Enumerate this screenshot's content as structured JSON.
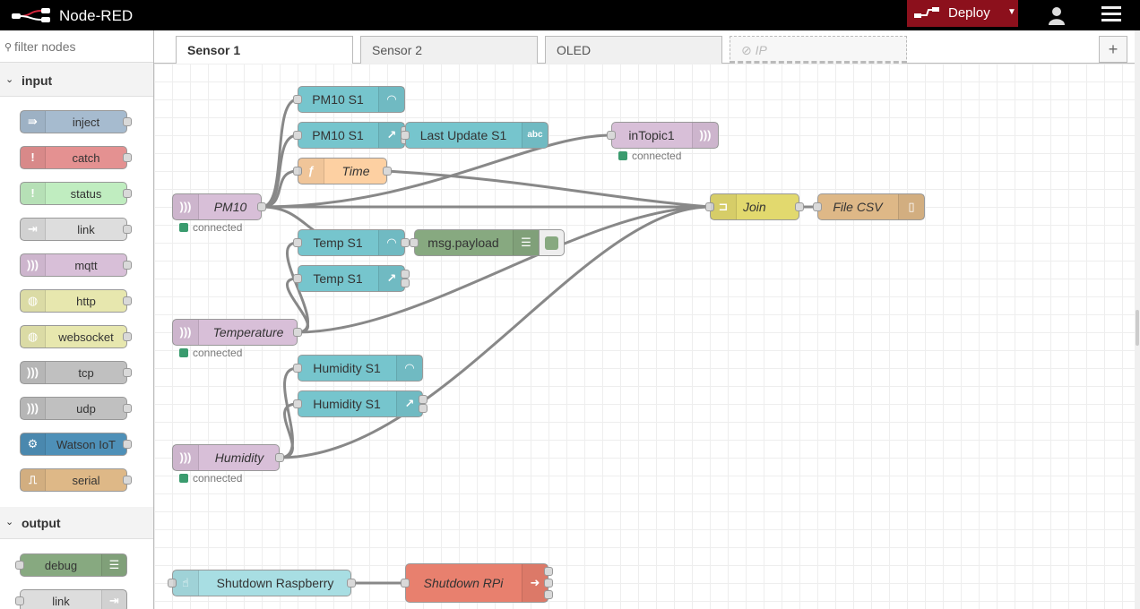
{
  "header": {
    "title": "Node-RED",
    "deploy_label": "Deploy"
  },
  "palette": {
    "filter_placeholder": "filter nodes",
    "input_category": "input",
    "output_category": "output",
    "input_nodes": [
      {
        "label": "inject",
        "color": "#a6bbcf",
        "icon": "arrow-in-icon"
      },
      {
        "label": "catch",
        "color": "#e49191",
        "icon": "exclamation-icon"
      },
      {
        "label": "status",
        "color": "#c0edc0",
        "icon": "exclamation-icon"
      },
      {
        "label": "link",
        "color": "#dddddd",
        "icon": "link-in-icon"
      },
      {
        "label": "mqtt",
        "color": "#d8bfd8",
        "icon": "bridge-icon"
      },
      {
        "label": "http",
        "color": "#e7e7ae",
        "icon": "globe-icon"
      },
      {
        "label": "websocket",
        "color": "#e7e7ae",
        "icon": "globe-icon"
      },
      {
        "label": "tcp",
        "color": "#c0c0c0",
        "icon": "bridge-icon"
      },
      {
        "label": "udp",
        "color": "#c0c0c0",
        "icon": "bridge-icon"
      },
      {
        "label": "Watson IoT",
        "color": "#4e90b8",
        "icon": "watson-icon"
      },
      {
        "label": "serial",
        "color": "#deb887",
        "icon": "serial-icon"
      }
    ],
    "output_nodes": [
      {
        "label": "debug",
        "color": "#87a980",
        "icon": "list-icon"
      },
      {
        "label": "link",
        "color": "#dddddd",
        "icon": "link-out-icon"
      }
    ]
  },
  "tabs": [
    {
      "label": "Sensor 1",
      "active": true
    },
    {
      "label": "Sensor 2"
    },
    {
      "label": "OLED"
    },
    {
      "label": "IP",
      "disabled": true
    }
  ],
  "flow": {
    "nodes": {
      "pm10_gauge": "PM10 S1",
      "pm10_chart": "PM10 S1",
      "last_update": "Last Update S1",
      "intopic": "inTopic1",
      "time": "Time",
      "pm10": "PM10",
      "join": "Join",
      "file_csv": "File CSV",
      "temp_gauge": "Temp S1",
      "msg_payload": "msg.payload",
      "temp_chart": "Temp S1",
      "temperature": "Temperature",
      "hum_gauge": "Humidity S1",
      "hum_chart": "Humidity S1",
      "humidity": "Humidity",
      "shutdown_btn": "Shutdown Raspberry",
      "shutdown_rpi": "Shutdown RPi"
    },
    "status_connected": "connected",
    "colors": {
      "mqtt": "#d8bfd8",
      "dashboard": "#76c5cd",
      "function": "#fdd0a2",
      "join": "#e2d96e",
      "file": "#deb887",
      "debug": "#87a980",
      "exec": "#e8806e",
      "button": "#a8dee3"
    }
  }
}
